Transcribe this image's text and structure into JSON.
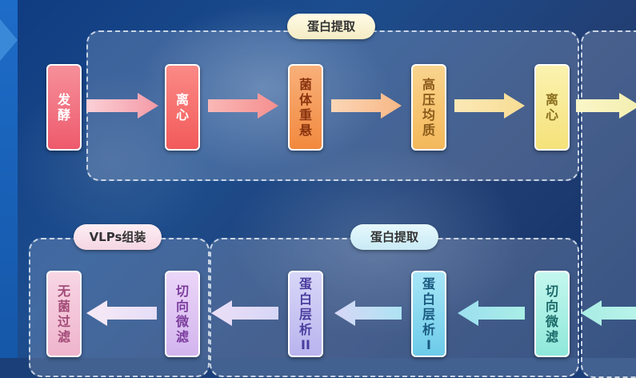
{
  "top_panel": {
    "title": "蛋白提取"
  },
  "bottom_left_panel": {
    "title": "VLPs组装"
  },
  "bottom_right_panel": {
    "title": "蛋白提取"
  },
  "top_steps": [
    "发酵",
    "离心",
    "菌体重悬",
    "高压均质",
    "离心"
  ],
  "bottom_steps": [
    "无菌过滤",
    "切向微滤",
    "蛋白层析II",
    "蛋白层析I",
    "切向微滤"
  ],
  "colors": {
    "step1": "#f2737f",
    "step2": "#f76b6b",
    "step3": "#f69a56",
    "step4": "#f7c46b",
    "step5": "#f7ec93",
    "bottom1": "#f3c3d6",
    "bottom2": "#dcc2ef",
    "bottom3": "#c4c0f0",
    "bottom4": "#7fd4ee",
    "bottom5": "#9ef0e4"
  }
}
